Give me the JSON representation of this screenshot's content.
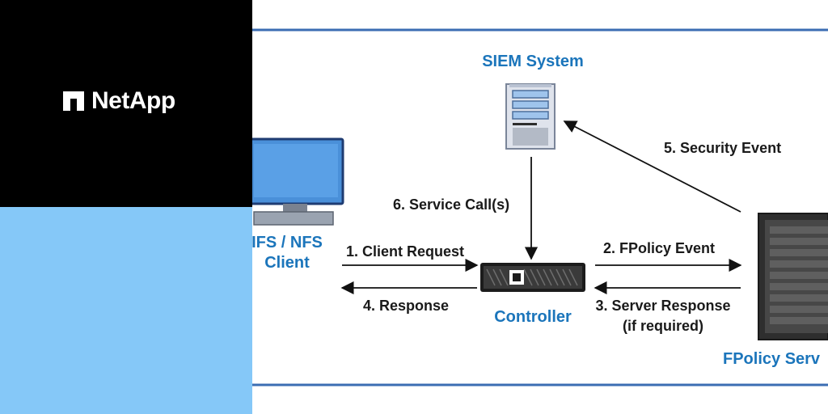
{
  "brand": {
    "name": "NetApp"
  },
  "colors": {
    "brand_bg": "#000000",
    "accent_bg": "#85c8f8",
    "rule": "#3b6db3",
    "node_text": "#1b75bb"
  },
  "nodes": {
    "siem": "SIEM System",
    "client_line1": "IFS / NFS",
    "client_line2": "Client",
    "controller": "Controller",
    "fpolicy_server": "FPolicy Serv"
  },
  "steps": {
    "step1": "1. Client Request",
    "step2": "2. FPolicy Event",
    "step3_line1": "3. Server Response",
    "step3_line2": "(if required)",
    "step4": "4. Response",
    "step5": "5. Security Event",
    "step6": "6. Service Call(s)"
  },
  "icons": [
    "netapp-logo-icon",
    "monitor-icon",
    "siem-server-icon",
    "controller-icon",
    "server-rack-icon"
  ]
}
